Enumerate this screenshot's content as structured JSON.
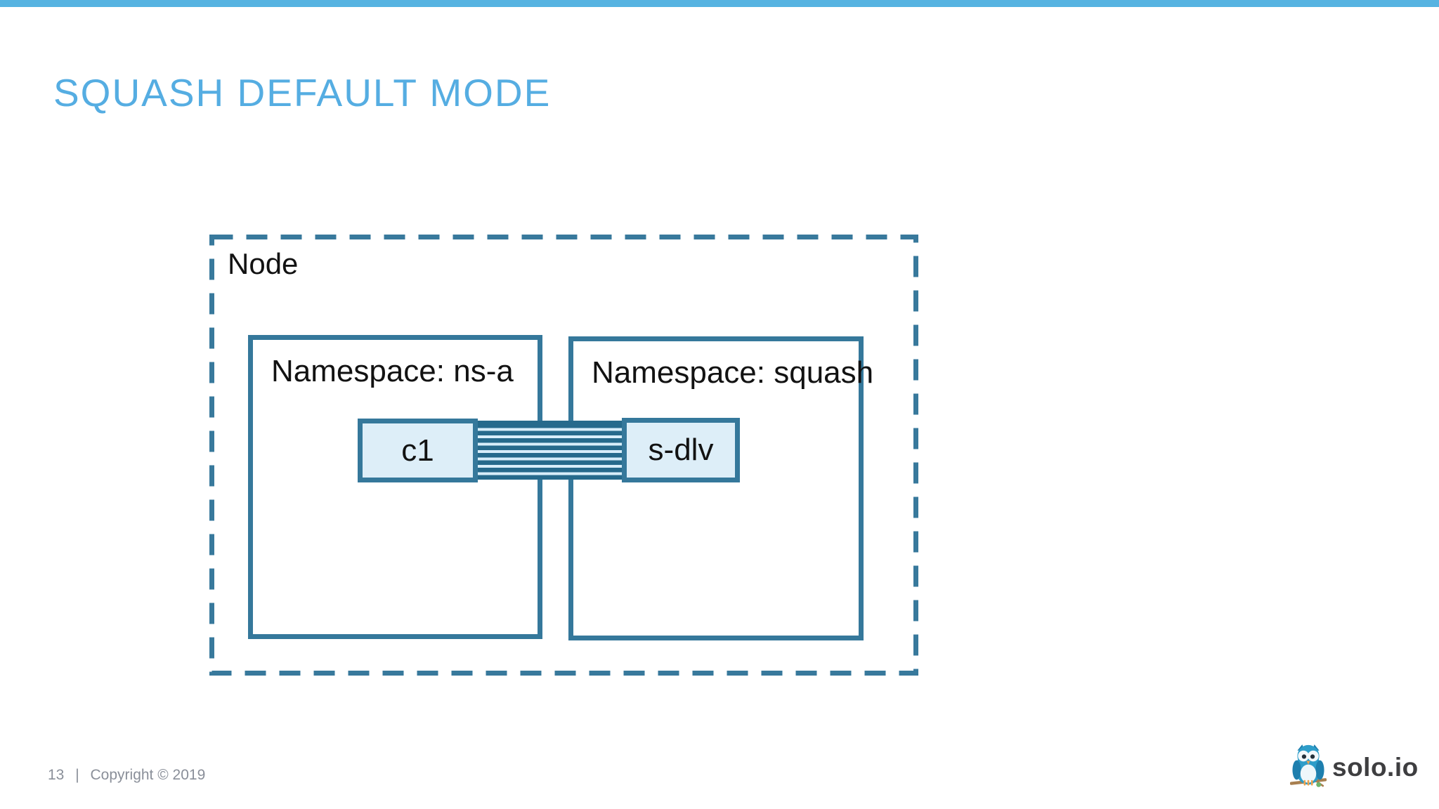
{
  "slide": {
    "title": "SQUASH DEFAULT MODE",
    "footer": {
      "page_number": "13",
      "separator": "|",
      "copyright": "Copyright © 2019"
    },
    "logo_text": "solo.io"
  },
  "diagram": {
    "node_label": "Node",
    "namespaces": [
      {
        "label": "Namespace: ns-a",
        "container": "c1"
      },
      {
        "label": "Namespace: squash",
        "container": "s-dlv"
      }
    ],
    "connection": "striped-pipe between c1 and s-dlv",
    "colors": {
      "top_bar": "#56b3e1",
      "title": "#55ade2",
      "border_teal": "#35789b",
      "dashed_border": "#38799c",
      "stripe_dark": "#266a8c",
      "stripe_light": "#d8eefa",
      "container_fill": "#ddeef8",
      "band_fill": "#daeaf7",
      "footer_gray": "#8a8f99",
      "logo_text": "#3e3e40"
    }
  }
}
